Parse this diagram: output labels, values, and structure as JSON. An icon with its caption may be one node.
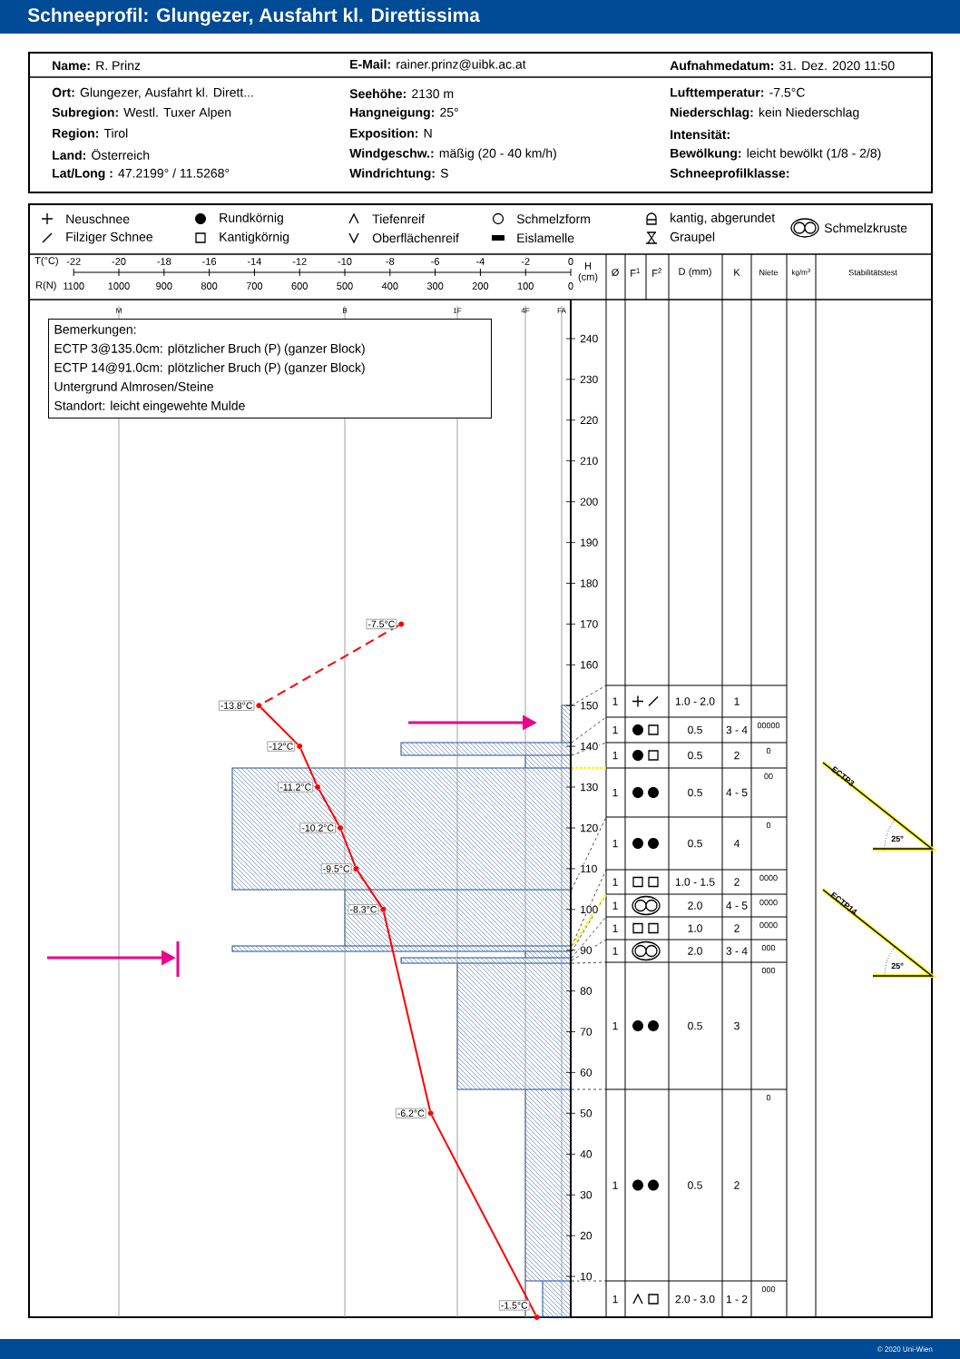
{
  "diagram": {
    "title": "Schneeprofil: Glungezer, Ausfahrt kl. Direttissima",
    "nodes": [
      {
        "text": [
          "Bemerkungen:",
          "ECTP 3@135.0cm: plötzlicher Bruch (P) (ganzer Block)",
          "ECTP 14@91.0cm: plötzlicher Bruch (P) (ganzer Block)",
          "Untergrund Almrosen/Steine",
          "Standort: leicht eingewehte Mulde"
        ]
      },
      {
        "text": [],
        "shape": "circle",
        "beside": [
          "-7.5°C"
        ]
      },
      {
        "text": [],
        "shape": "circle",
        "beside": [
          "-13.8°C"
        ]
      },
      {
        "text": [],
        "shape": "circle",
        "beside": [
          "-12°C"
        ]
      },
      {
        "text": [],
        "shape": "circle",
        "beside": [
          "-11.2°C"
        ]
      },
      {
        "text": [],
        "shape": "circle",
        "beside": [
          "-10.2°C"
        ]
      },
      {
        "text": [],
        "shape": "circle",
        "beside": [
          "-9.5°C"
        ]
      },
      {
        "text": [],
        "shape": "circle",
        "beside": [
          "-8.3°C"
        ]
      },
      {
        "text": [],
        "shape": "circle",
        "beside": [
          "-6.2°C"
        ]
      },
      {
        "text": [],
        "shape": "circle",
        "beside": [
          "-1.5°C"
        ]
      }
    ],
    "edges": [
      {
        "from": 1,
        "to": 2,
        "arrow": "none",
        "style": "dashed"
      },
      {
        "from": 2,
        "to": 3,
        "arrow": "none"
      },
      {
        "from": 3,
        "to": 4,
        "arrow": "none"
      },
      {
        "from": 4,
        "to": 5,
        "arrow": "none"
      },
      {
        "from": 5,
        "to": 6,
        "arrow": "none"
      },
      {
        "from": 6,
        "to": 7,
        "arrow": "none"
      },
      {
        "from": 7,
        "to": 8,
        "arrow": "none"
      },
      {
        "from": 8,
        "to": 9,
        "arrow": "none"
      }
    ],
    "labels": [
      "**Name:** R. Prinz",
      "**E-Mail:** rainer.prinz@uibk.ac.at",
      "**Aufnahmedatum:** 31. Dez. 2020 11:50",
      "**Ort:** Glungezer, Ausfahrt kl. Dirett...",
      "**Seehöhe:** 2130 m",
      "**Lufttemperatur:** -7.5°C",
      "**Subregion:** Westl. Tuxer Alpen",
      "**Hangneigung:** 25°",
      "**Niederschlag:** kein Niederschlag",
      "**Region:** Tirol",
      "**Exposition:** N",
      "Intensität:",
      "**Land:** Österreich",
      "**Windgeschw.:** mäßig (20 - 40 km/h)",
      "**Bewölkung:** leicht bewölkt (1/8 - 2/8)",
      "**Lat/Long :** 47.2199° / 11.5268°",
      "**Windrichtung:** S",
      "Schneeprofilklasse:",
      "T(°C)",
      "-22",
      "-20",
      "-18",
      "-16",
      "-14",
      "-12",
      "-10",
      "-8",
      "-6",
      "-4",
      "-2",
      "0",
      "R(N)",
      "1100",
      "1000",
      "900",
      "800",
      "700",
      "600",
      "500",
      "400",
      "300",
      "200",
      "100",
      "0",
      "H (cm)",
      "Ø",
      "F$^{1}$",
      "F$^{2}$",
      "D (mm)",
      "K",
      "Niete",
      "kg/m$^{3}$",
      "Stabilitätstest",
      "M",
      "B",
      "1F",
      "4F",
      "FA",
      "240",
      "230",
      "220",
      "210",
      "200",
      "190",
      "180",
      "170",
      "160",
      "150",
      "140",
      "130",
      "120",
      "110",
      "100",
      "90",
      "80",
      "70",
      "60",
      "50",
      "40",
      "30",
      "20",
      "10",
      "1",
      "1.0 - 2.0",
      "1",
      "1",
      "0.5",
      "3 - 4",
      "00000",
      "1",
      "0.5",
      "2",
      "0",
      "1",
      "0.5",
      "4 - 5",
      "00",
      "1",
      "0.5",
      "4",
      "0",
      "1",
      "1.0 - 1.5",
      "2",
      "0000",
      "1",
      "2.0",
      "4 - 5",
      "0000",
      "1",
      "1.0",
      "2",
      "0000",
      "1",
      "2.0",
      "3 - 4",
      "000",
      "1",
      "0.5",
      "3",
      "000",
      "1",
      "0.5",
      "2",
      "0",
      "1",
      "2.0 - 3.0",
      "1 - 2",
      "000",
      "ECTP3",
      "25°",
      "ECTP14",
      "25°",
      "© 2020 Uni-Wien"
    ],
    "legend": [
      {
        "text": "Neuschnee"
      },
      {
        "text": "Rundkörnig"
      },
      {
        "text": "Tiefenreif"
      },
      {
        "text": "Schmelzform"
      },
      {
        "text": "kantig, abgerundet"
      },
      {
        "text": "Schmelzkruste"
      },
      {
        "text": "Filziger Schnee"
      },
      {
        "text": "Kantigkörnig"
      },
      {
        "text": "Oberflächenreif"
      },
      {
        "text": "Eislamelle"
      },
      {
        "text": "Graupel"
      }
    ]
  }
}
